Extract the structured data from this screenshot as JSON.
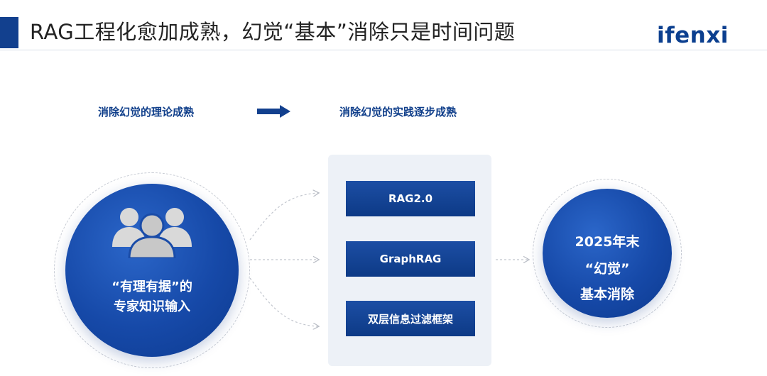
{
  "header": {
    "title": "RAG工程化愈加成熟，幻觉“基本”消除只是时间问题",
    "logo": "ifenxi"
  },
  "labels": {
    "theory": "消除幻觉的理论成熟",
    "practice": "消除幻觉的实践逐步成熟"
  },
  "expert_node": {
    "icon": "people-group-icon",
    "line1": "“有理有据”的",
    "line2": "专家知识输入"
  },
  "methods": [
    {
      "label": "RAG2.0"
    },
    {
      "label": "GraphRAG"
    },
    {
      "label": "双层信息过滤框架"
    }
  ],
  "result_node": {
    "line1": "2025年末",
    "line2": "“幻觉”",
    "line3": "基本消除"
  },
  "colors": {
    "brand_blue": "#12408e",
    "circle_blue": "#1649a8",
    "panel_bg": "#edf1f7",
    "label_blue": "#0f3e8a"
  }
}
